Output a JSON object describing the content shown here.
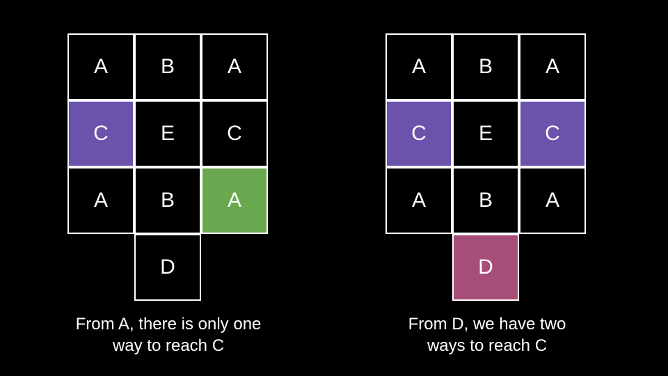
{
  "colors": {
    "background": "#000000",
    "line": "#ffffff",
    "text": "#ffffff",
    "purple": "#6b52aa",
    "green": "#6aa84f",
    "pink": "#a64d79"
  },
  "left_panel": {
    "cells": [
      {
        "label": "A",
        "row": 0,
        "col": 0,
        "fill": ""
      },
      {
        "label": "B",
        "row": 0,
        "col": 1,
        "fill": ""
      },
      {
        "label": "A",
        "row": 0,
        "col": 2,
        "fill": ""
      },
      {
        "label": "C",
        "row": 1,
        "col": 0,
        "fill": "purple"
      },
      {
        "label": "E",
        "row": 1,
        "col": 1,
        "fill": ""
      },
      {
        "label": "C",
        "row": 1,
        "col": 2,
        "fill": ""
      },
      {
        "label": "A",
        "row": 2,
        "col": 0,
        "fill": ""
      },
      {
        "label": "B",
        "row": 2,
        "col": 1,
        "fill": ""
      },
      {
        "label": "A",
        "row": 2,
        "col": 2,
        "fill": "green"
      },
      {
        "label": "D",
        "row": 3,
        "col": 1,
        "fill": ""
      }
    ],
    "caption_line1": "From A, there is only one",
    "caption_line2": "way to reach C"
  },
  "right_panel": {
    "cells": [
      {
        "label": "A",
        "row": 0,
        "col": 0,
        "fill": ""
      },
      {
        "label": "B",
        "row": 0,
        "col": 1,
        "fill": ""
      },
      {
        "label": "A",
        "row": 0,
        "col": 2,
        "fill": ""
      },
      {
        "label": "C",
        "row": 1,
        "col": 0,
        "fill": "purple"
      },
      {
        "label": "E",
        "row": 1,
        "col": 1,
        "fill": ""
      },
      {
        "label": "C",
        "row": 1,
        "col": 2,
        "fill": "purple"
      },
      {
        "label": "A",
        "row": 2,
        "col": 0,
        "fill": ""
      },
      {
        "label": "B",
        "row": 2,
        "col": 1,
        "fill": ""
      },
      {
        "label": "A",
        "row": 2,
        "col": 2,
        "fill": ""
      },
      {
        "label": "D",
        "row": 3,
        "col": 1,
        "fill": "pink"
      }
    ],
    "caption_line1": "From D, we have two",
    "caption_line2": "ways to reach C"
  }
}
